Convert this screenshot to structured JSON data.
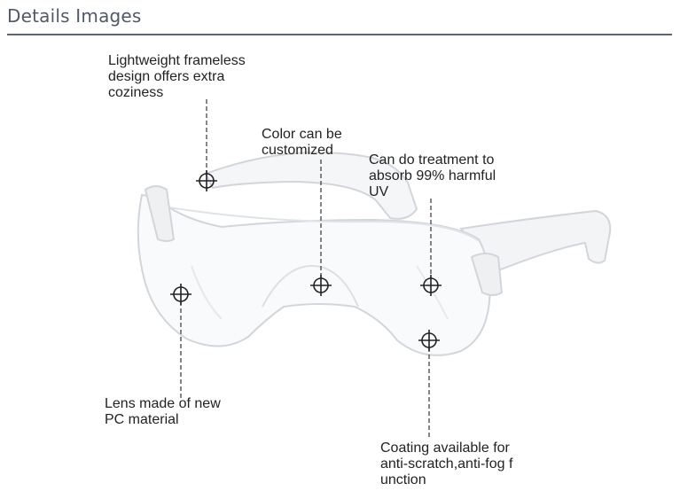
{
  "header": {
    "title": "Details Images"
  },
  "colors": {
    "header_text": "#4f5a66",
    "header_rule": "#5a6570",
    "callout_text": "#222222",
    "leader_line": "#444444",
    "lens_stroke": "#d2d6da"
  },
  "image": {
    "subject": "clear safety glasses"
  },
  "callouts": [
    {
      "id": "frameless",
      "icon": "crosshair-icon",
      "text": "Lightweight frameless\ndesign offers extra\ncoziness"
    },
    {
      "id": "color",
      "icon": "crosshair-icon",
      "text": "Color can be\ncustomized"
    },
    {
      "id": "uv",
      "icon": "crosshair-icon",
      "text": "Can do treatment to\nabsorb 99% harmful\nUV"
    },
    {
      "id": "lens",
      "icon": "crosshair-icon",
      "text": "Lens made of new\nPC material"
    },
    {
      "id": "coating",
      "icon": "crosshair-icon",
      "text": "Coating available for\nanti-scratch,anti-fog f\nunction"
    }
  ]
}
